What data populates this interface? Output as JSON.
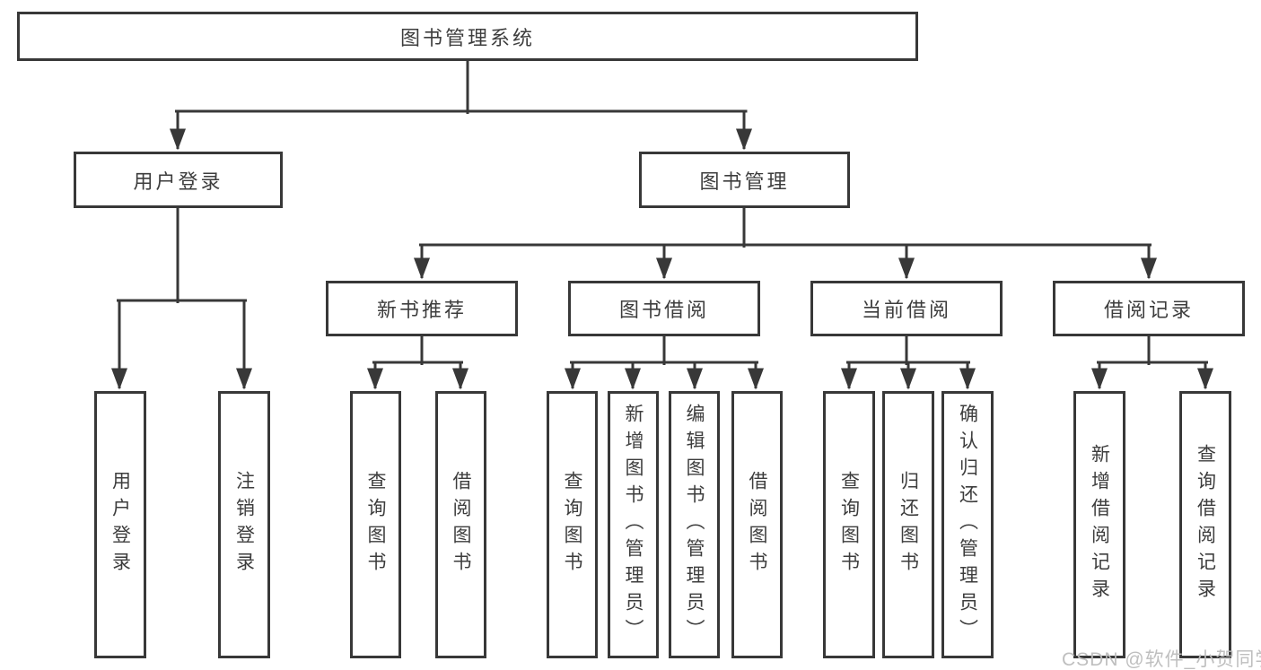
{
  "diagram": {
    "title": "图书管理系统",
    "watermark": "CSDN @软件_小贺同学",
    "colors": {
      "line": "#383838",
      "text": "#3d3d3d",
      "watermark": "#bcbcbc",
      "background": "#ffffff"
    },
    "tree": {
      "label": "图书管理系统",
      "children": [
        {
          "label": "用户登录",
          "children": [
            {
              "label": "用户登录"
            },
            {
              "label": "注销登录"
            }
          ]
        },
        {
          "label": "图书管理",
          "children": [
            {
              "label": "新书推荐",
              "children": [
                {
                  "label": "查询图书"
                },
                {
                  "label": "借阅图书"
                }
              ]
            },
            {
              "label": "图书借阅",
              "children": [
                {
                  "label": "查询图书"
                },
                {
                  "label": "新增图书（管理员）"
                },
                {
                  "label": "编辑图书（管理员）"
                },
                {
                  "label": "借阅图书"
                }
              ]
            },
            {
              "label": "当前借阅",
              "children": [
                {
                  "label": "查询图书"
                },
                {
                  "label": "归还图书"
                },
                {
                  "label": "确认归还（管理员）"
                }
              ]
            },
            {
              "label": "借阅记录",
              "children": [
                {
                  "label": "新增借阅记录"
                },
                {
                  "label": "查询借阅记录"
                }
              ]
            }
          ]
        }
      ]
    }
  }
}
